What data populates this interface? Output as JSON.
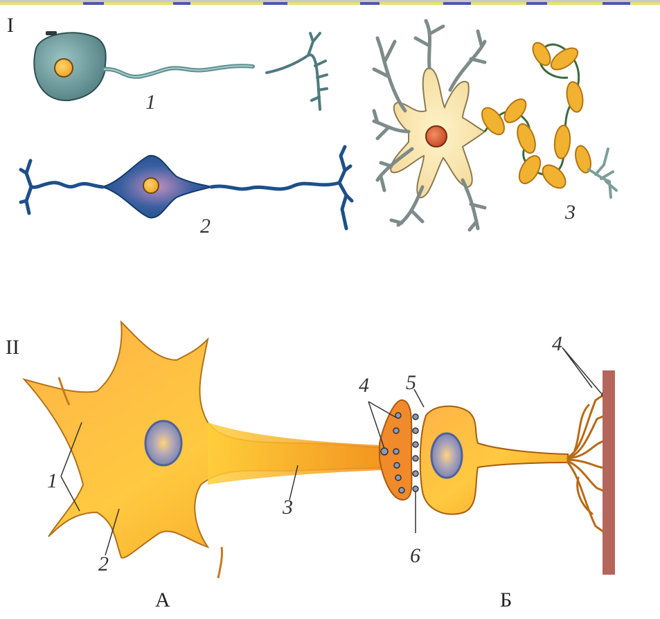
{
  "section_labels": {
    "s1": "I",
    "s2": "II"
  },
  "panel1": {
    "n1": "1",
    "n2": "2",
    "n3": "3"
  },
  "panel2": {
    "n1": "1",
    "n2": "2",
    "n3": "3",
    "n4a": "4",
    "n4b": "4",
    "n5": "5",
    "n6": "6"
  },
  "captions": {
    "a": "А",
    "b": "Б"
  },
  "colors": {
    "neuron_orange": "#F6A623",
    "neuron_yellow": "#FFD24A",
    "nucleus_blue": "#8C95B8",
    "bipolar_blue": "#1E4F8A",
    "unipolar_teal": "#6E9A9A",
    "myelin": "#F2B231",
    "muscle": "#B5655A"
  }
}
